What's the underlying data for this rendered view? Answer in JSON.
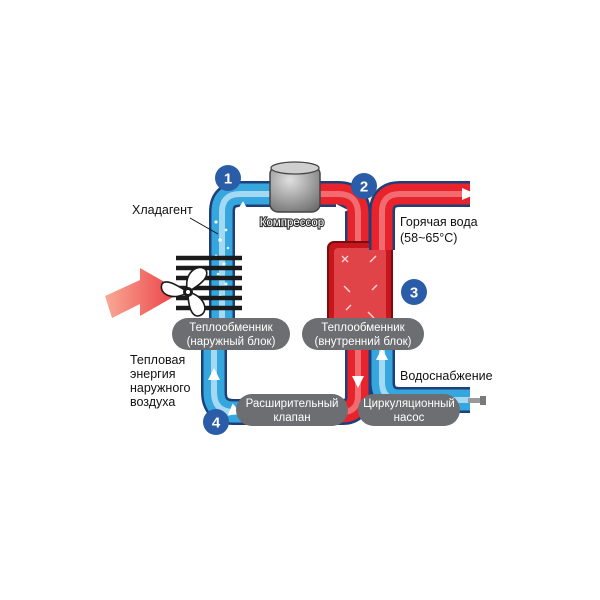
{
  "colors": {
    "cold_pipe": "#35a7de",
    "cold_pipe_light": "#bfe6f8",
    "hot_pipe": "#e8232b",
    "hot_pipe_dark": "#b5121b",
    "pipe_outline": "#1e3f7a",
    "pill": "#6d6e71",
    "number_badge": "#2b5ca8",
    "heat_arrow": "#ee3124"
  },
  "badges": [
    "1",
    "2",
    "3",
    "4"
  ],
  "labels": {
    "refrigerant": "Хладагент",
    "compressor": "Компрессор",
    "hot_water_line1": "Горячая вода",
    "hot_water_line2": "(58~65°C)",
    "water_supply": "Водоснабжение",
    "ambient_line1": "Тепловая",
    "ambient_line2": "энергия",
    "ambient_line3": "наружного",
    "ambient_line4": "воздуха"
  },
  "pills": {
    "outdoor_hx_line1": "Теплообменник",
    "outdoor_hx_line2": "(наружный блок)",
    "indoor_hx_line1": "Теплообменник",
    "indoor_hx_line2": "(внутренний блок)",
    "expansion_valve_line1": "Расширительный",
    "expansion_valve_line2": "клапан",
    "pump_line1": "Циркуляционный",
    "pump_line2": "насос"
  },
  "icons": {
    "fan": "fan-icon",
    "compressor": "compressor-icon",
    "flow": "flow-arrow-icon"
  }
}
